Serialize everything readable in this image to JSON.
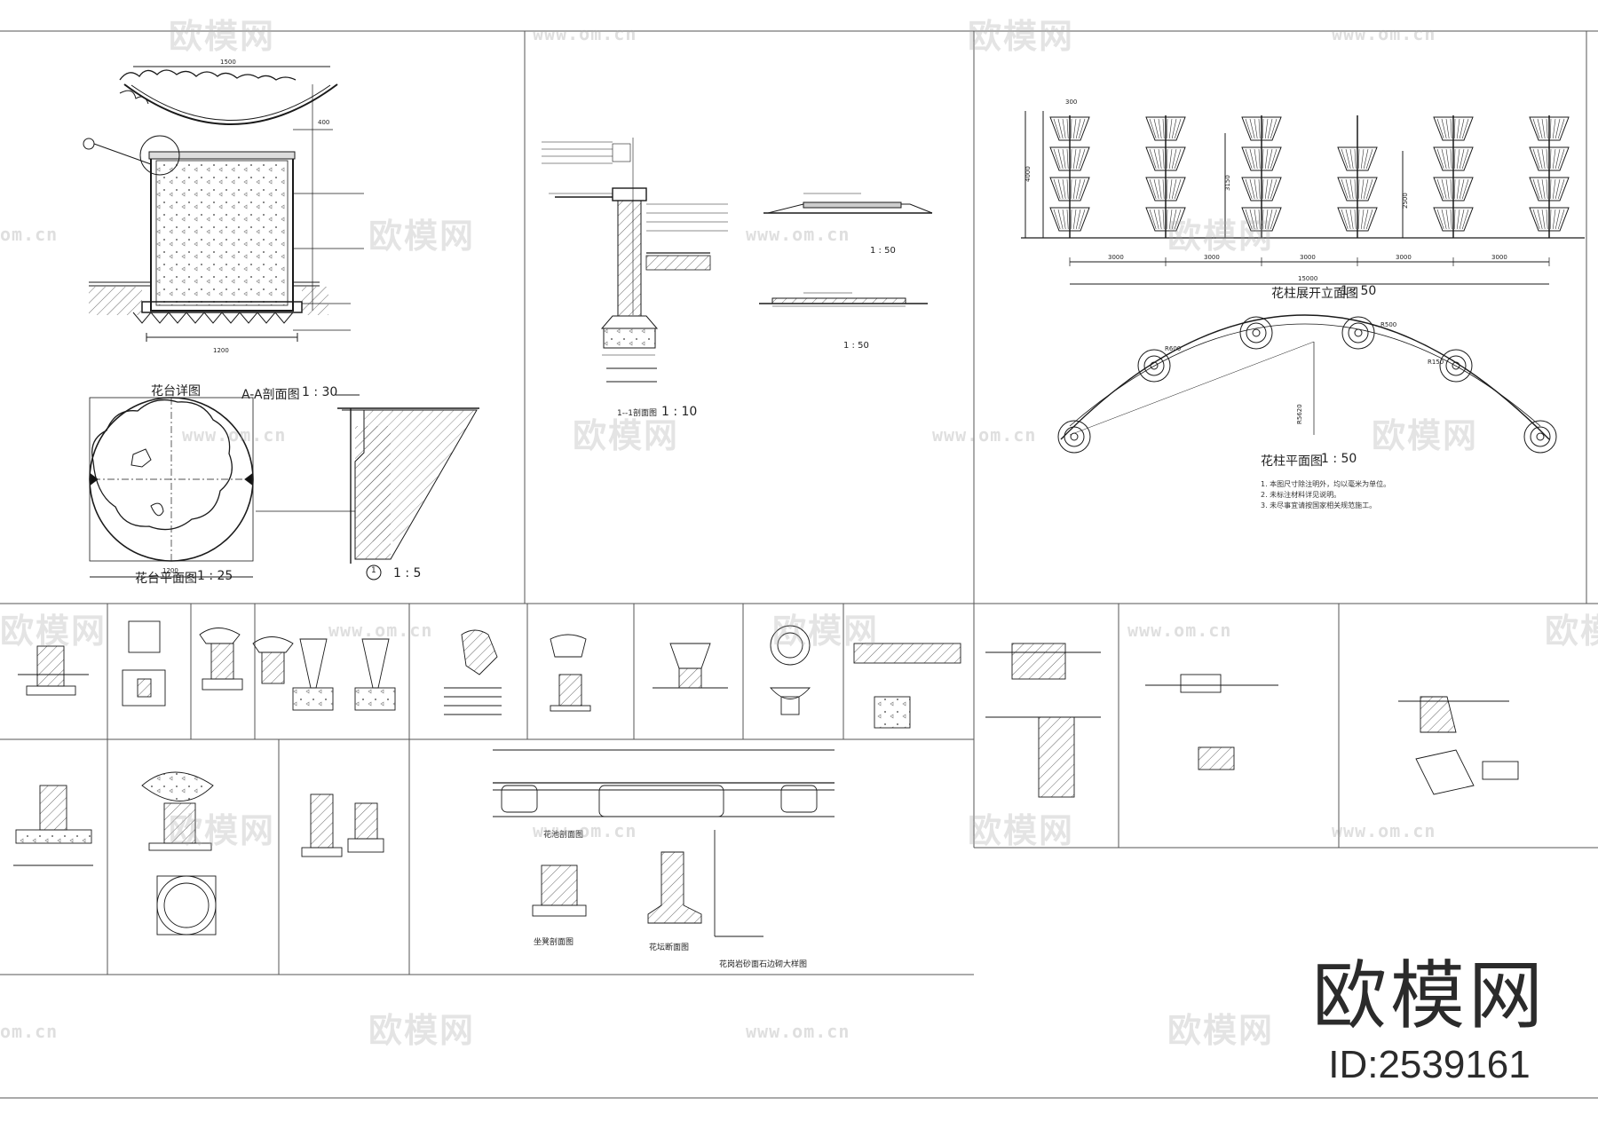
{
  "watermark": {
    "logo_text": "欧模网",
    "url_text": "www.om.cn",
    "url_text_partial": "om.cn"
  },
  "brand": {
    "name": "欧模网",
    "id_label": "ID:2539161"
  },
  "drawings": {
    "planter_detail": "花台详图",
    "section_aa": "A-A剖面图",
    "section_aa_scale": "1 : 30",
    "planter_plan": "花台平面图",
    "planter_plan_scale": "1 : 25",
    "detail_1": "1",
    "detail_1_scale": "1 : 5",
    "section_11": "1--1剖面图",
    "section_11_scale": "1 : 10",
    "scale_50_a": "1 : 50",
    "scale_50_b": "1 : 50",
    "column_elevation": "花柱展开立面图",
    "column_elevation_scale": "1 : 50",
    "column_plan": "花柱平面图",
    "column_plan_scale": "1 : 50",
    "bench_section": "花池剖面图",
    "seat_section": "坐凳剖面图",
    "planter_section": "花坛断面图",
    "planter_edge": "花岗岩砂面石边砌大样图"
  },
  "dimensions": {
    "d1500": "1500",
    "d400": "400",
    "d1200": "1200",
    "d1200b": "1200",
    "d3000a": "3000",
    "d3000b": "3000",
    "d3000c": "3000",
    "d3000d": "3000",
    "d3000e": "3000",
    "d15000": "15000",
    "d300": "300",
    "d4000": "4000",
    "d3150": "3150",
    "d2500": "2500",
    "r5620": "R5620",
    "r500": "R500",
    "r600": "R600",
    "r150": "R150"
  },
  "notes": {
    "n1": "1. 本图尺寸除注明外，均以毫米为单位。",
    "n2": "2. 未标注材料详见说明。",
    "n3": "3. 未尽事宜请按国家相关规范施工。"
  },
  "colors": {
    "line": "#1a1a1a",
    "frame": "#555555",
    "watermark": "#aaaaaa"
  }
}
